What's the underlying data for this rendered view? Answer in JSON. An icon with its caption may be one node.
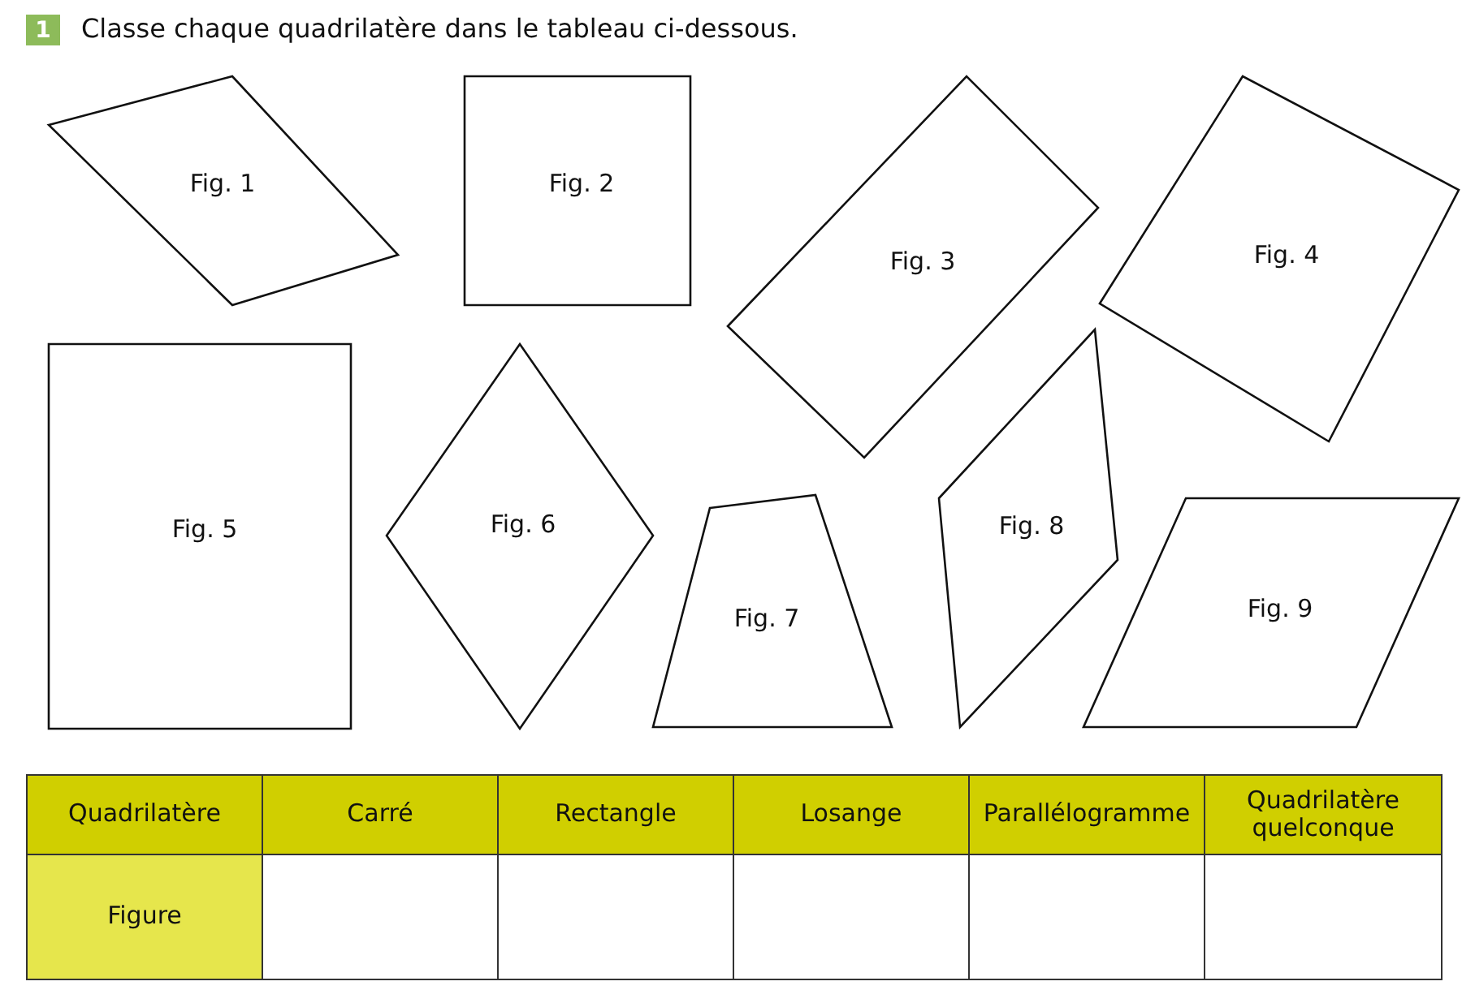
{
  "diagram": {
    "title": "Classe chaque quadrilatère dans le tableau ci-dessous.",
    "nodes": [
      {
        "text": [
          "Fig. 1"
        ]
      },
      {
        "text": [
          "Fig. 2"
        ]
      },
      {
        "text": [
          "Fig. 3"
        ]
      },
      {
        "text": [
          "Fig. 4"
        ]
      },
      {
        "text": [
          "Fig. 5"
        ]
      },
      {
        "text": [
          "Fig. 6"
        ]
      },
      {
        "text": [
          "Fig. 7"
        ]
      },
      {
        "text": [
          "Fig. 8"
        ]
      },
      {
        "text": [
          "Fig. 9"
        ]
      }
    ],
    "labels": [
      "1",
      "Quadrilatère",
      "Carré",
      "Rectangle",
      "Losange",
      "Parallélogramme",
      "Quadrilatère quelconque",
      "Figure"
    ]
  }
}
